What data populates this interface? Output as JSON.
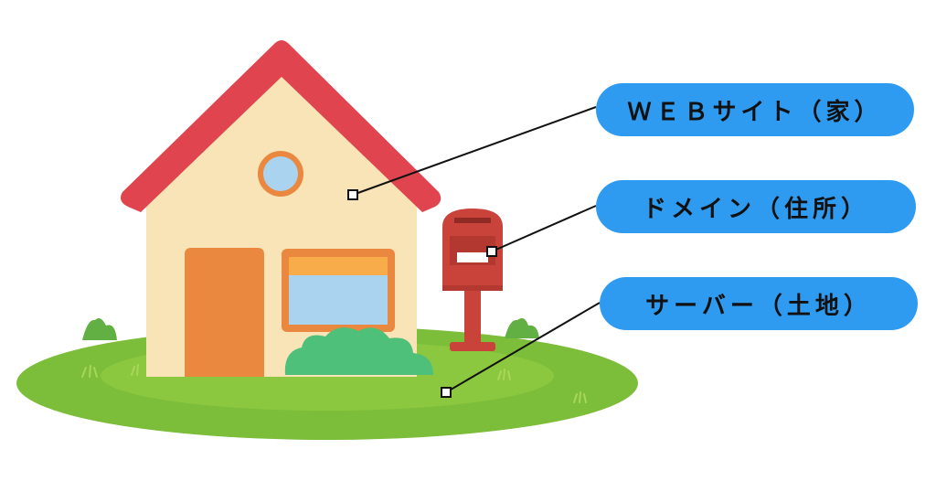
{
  "labels": {
    "website": "ＷＥＢサイト（家）",
    "domain": "ドメイン（住所）",
    "server": "サーバー（土地）"
  },
  "colors": {
    "pill": "#2f9bf0",
    "roof": "#e0454f",
    "wall": "#f9e4b7",
    "door": "#ea8840",
    "window_glass": "#a9d3ee",
    "window_blind": "#f8ad4a",
    "mailbox": "#c9433b",
    "lawn_outer": "#7cbd3a",
    "lawn_inner": "#8cc83f",
    "bush": "#4fc07a"
  },
  "icons": [
    "house-icon",
    "mailbox-icon",
    "lawn-icon",
    "bush-icon"
  ]
}
